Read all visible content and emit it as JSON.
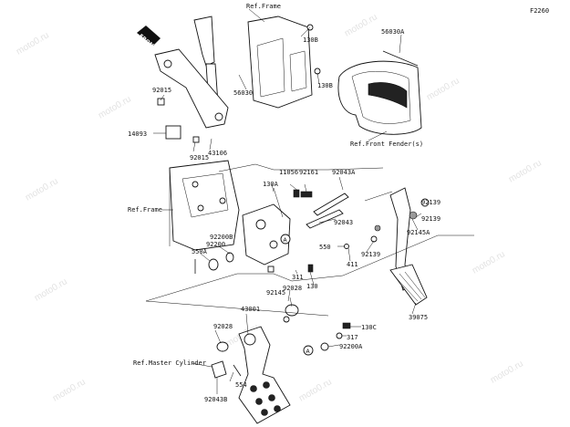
{
  "diagram_code": "F2260",
  "watermark": "moto0.ru",
  "front_badge": "FRONT",
  "circle_marker": "A",
  "labels": {
    "ref_frame_top": "Ref.Frame",
    "ref_frame_left": "Ref.Frame",
    "ref_front_fender": "Ref.Front Fender(s)",
    "ref_master_cylinder": "Ref.Master Cylinder",
    "p130B_a": "130B",
    "p130B_b": "130B",
    "p56030": "56030",
    "p56030A": "56030A",
    "p92015_a": "92015",
    "p92015_b": "92015",
    "p14093": "14093",
    "p43106": "43106",
    "p11056": "11056",
    "p92161": "92161",
    "p92043A": "92043A",
    "p130A": "130A",
    "p92043": "92043",
    "p92139_a": "92139",
    "p92139_b": "92139",
    "p92145A": "92145A",
    "p550": "550",
    "p411": "411",
    "p550A": "550A",
    "p92200": "92200",
    "p92200B": "92200B",
    "p311": "311",
    "p130": "130",
    "p92028_a": "92028",
    "p92028_b": "92028",
    "p92145": "92145",
    "p39075": "39075",
    "p43001": "43001",
    "p130C": "130C",
    "p317": "317",
    "p92200A": "92200A",
    "p554": "554",
    "p92043B": "92043B"
  }
}
